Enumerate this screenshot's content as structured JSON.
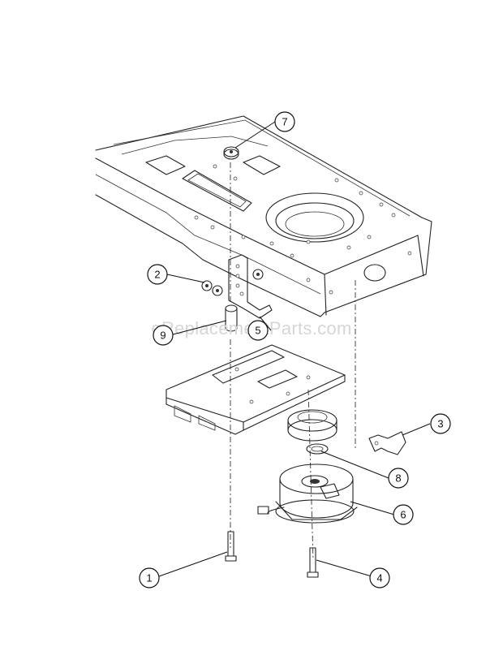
{
  "watermark": "eReplacementParts.com",
  "callouts": [
    {
      "number": "1"
    },
    {
      "number": "2"
    },
    {
      "number": "3"
    },
    {
      "number": "4"
    },
    {
      "number": "5"
    },
    {
      "number": "6"
    },
    {
      "number": "7"
    },
    {
      "number": "8"
    },
    {
      "number": "9"
    }
  ]
}
